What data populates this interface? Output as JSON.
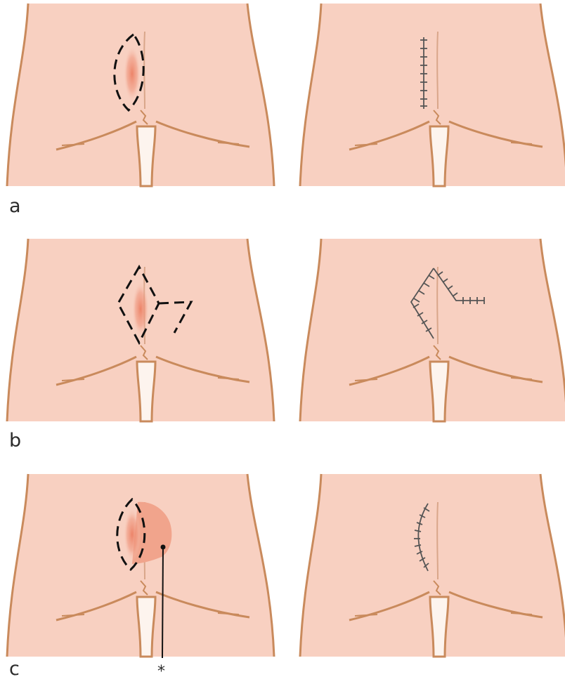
{
  "rows": [
    {
      "label": "a"
    },
    {
      "label": "b"
    },
    {
      "label": "c"
    }
  ],
  "asterisk": "*",
  "colors": {
    "skin": "#f8d0c1",
    "outline": "#c98a5c",
    "lesion": "#ee8f76",
    "dashed": "#111111",
    "suture": "#555555",
    "flap": "#f1a48c"
  }
}
